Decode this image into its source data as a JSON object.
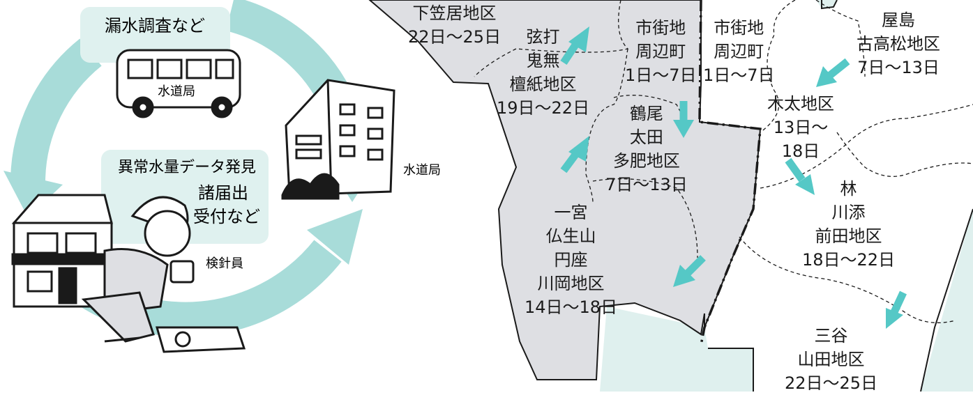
{
  "cycle": {
    "top_label": "漏水調査など",
    "bus_label": "水道局",
    "building_label": "水道局",
    "anomaly_label": "異常水量データ発見",
    "notice_label": "諸届出",
    "reception_label": "受付など",
    "reader_label": "検針員"
  },
  "colors": {
    "arrow": "#a8dcd9",
    "label_box": "#dff1ef",
    "district_gray": "#dedfe3",
    "water": "#dff0ee",
    "arrow_map": "#55c8c6"
  },
  "districts": [
    {
      "id": "shimokasai",
      "lines": [
        "下笠居地区",
        "22日〜25日"
      ]
    },
    {
      "id": "tsurugi",
      "lines": [
        "弦打",
        "鬼無",
        "檀紙地区",
        "19日〜22日"
      ]
    },
    {
      "id": "shigaichi-west",
      "lines": [
        "市街地",
        "周辺町",
        "1日〜7日"
      ]
    },
    {
      "id": "shigaichi-east",
      "lines": [
        "市街地",
        "周辺町",
        "1日〜7日"
      ]
    },
    {
      "id": "tsuruo",
      "lines": [
        "鶴尾",
        "太田",
        "多肥地区",
        "7日〜13日"
      ]
    },
    {
      "id": "ichinomiya",
      "lines": [
        "一宮",
        "仏生山",
        "円座",
        "川岡地区",
        "14日〜18日"
      ]
    },
    {
      "id": "yashima",
      "lines": [
        "屋島",
        "古高松地区",
        "7日〜13日"
      ]
    },
    {
      "id": "kita",
      "lines": [
        "木太地区",
        "13日〜",
        "18日"
      ]
    },
    {
      "id": "hayashi",
      "lines": [
        "林",
        "川添",
        "前田地区",
        "18日〜22日"
      ]
    },
    {
      "id": "mitani",
      "lines": [
        "三谷",
        "山田地区",
        "22日〜25日"
      ]
    }
  ]
}
